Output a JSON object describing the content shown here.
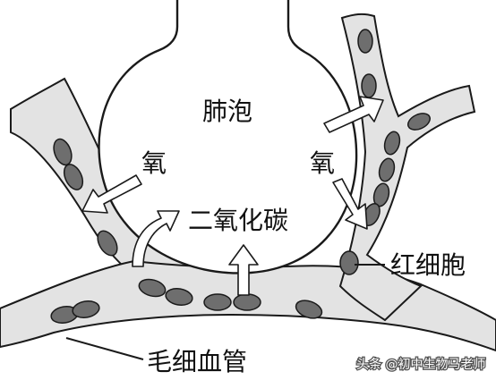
{
  "labels": {
    "alveolus": "肺泡",
    "oxygen_left": "氧",
    "oxygen_right": "氧",
    "carbon_dioxide": "二氧化碳",
    "red_blood_cell": "红细胞",
    "capillary": "毛细血管"
  },
  "watermark": {
    "text": "头条 @初中生物马老师"
  },
  "colors": {
    "vessel_fill": "#e3e3e3",
    "outline": "#1a1a1a",
    "rbc_fill": "#6e6e6e",
    "alveolus_fill": "#ffffff",
    "arrow_fill": "#ffffff",
    "background": "#ffffff"
  }
}
